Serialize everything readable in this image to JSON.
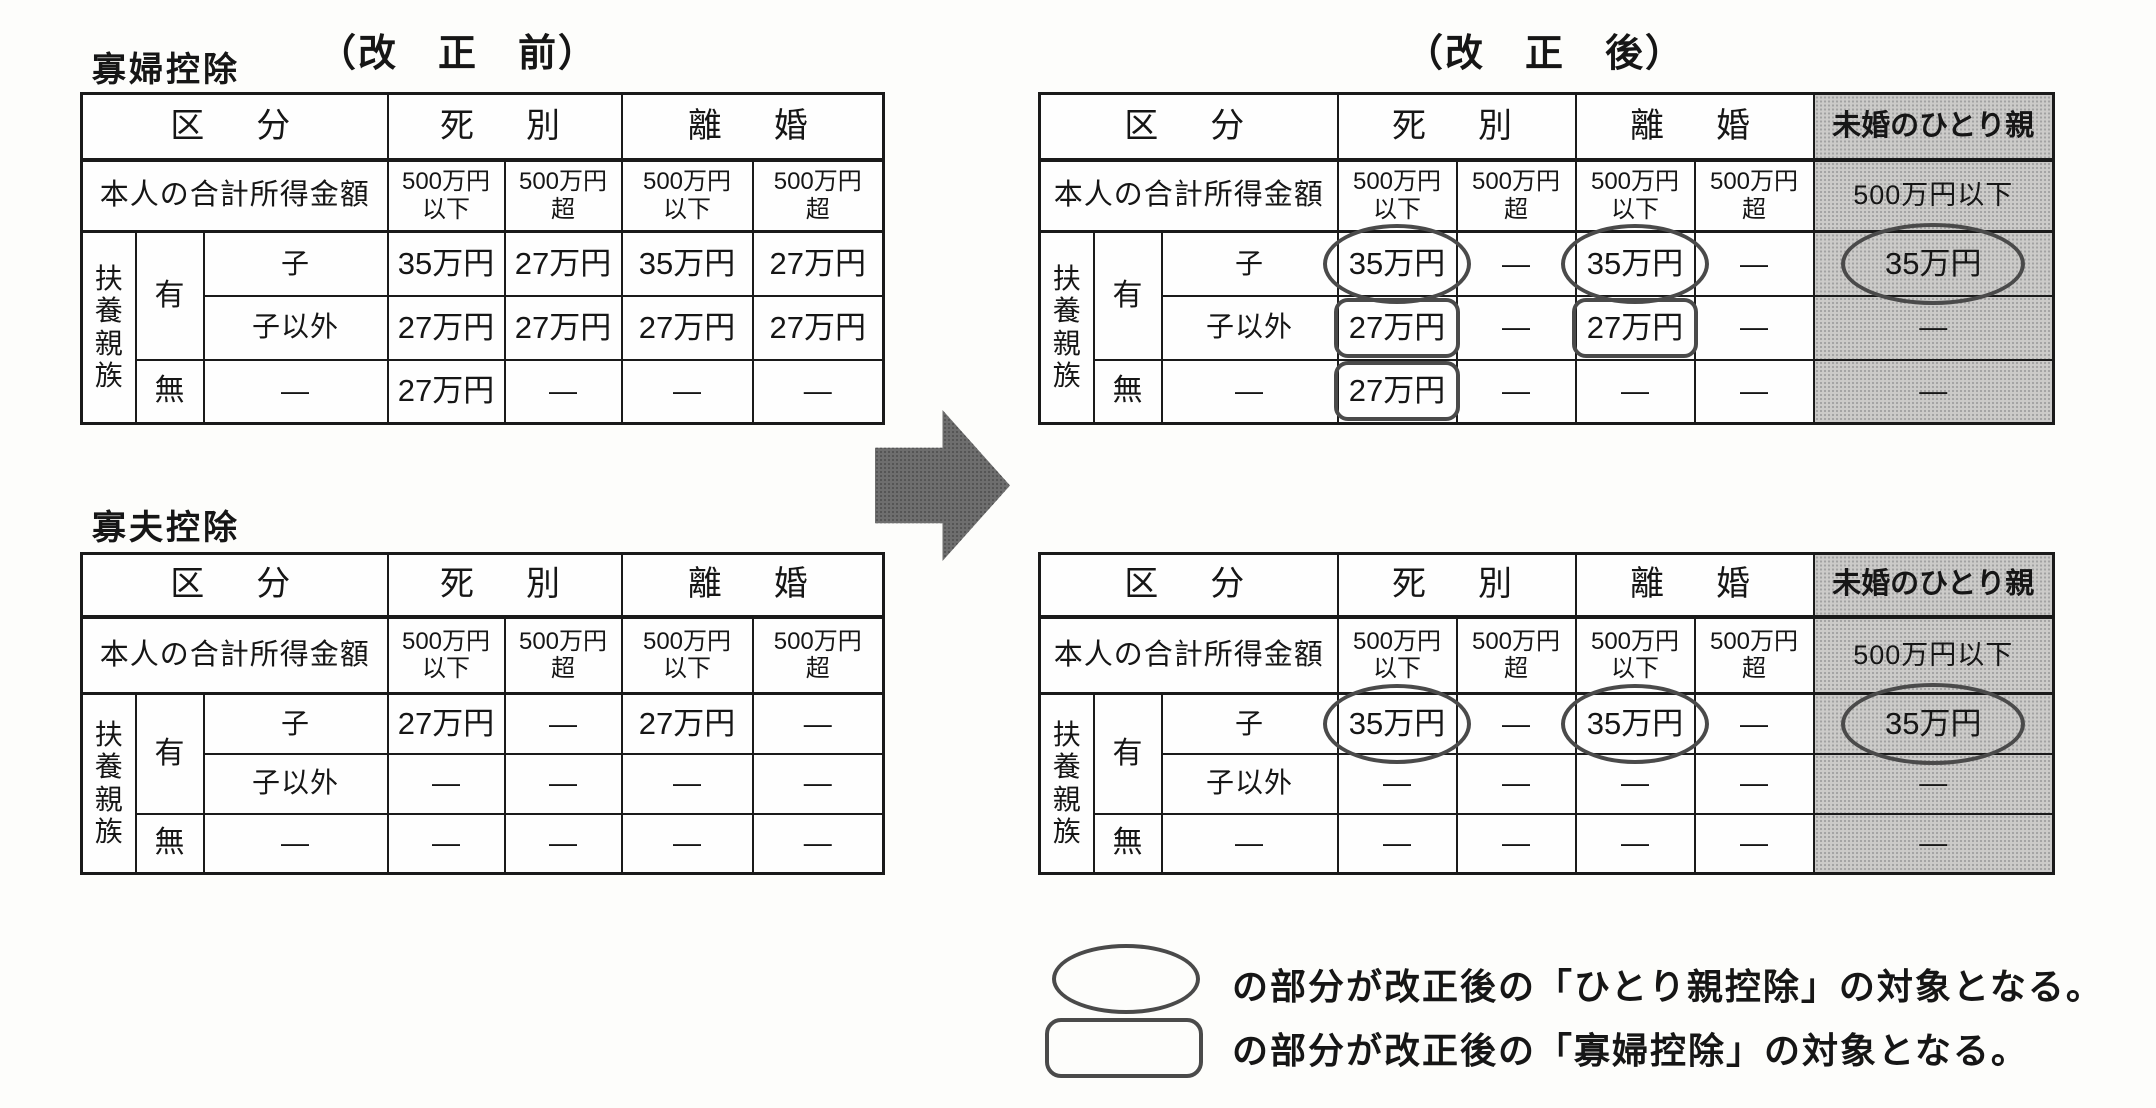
{
  "titles": {
    "widow_section": "寡婦控除",
    "widower_section": "寡夫控除",
    "before": "（改　正　前）",
    "after": "（改　正　後）"
  },
  "labels": {
    "category": "区　分",
    "bereavement": "死　別",
    "divorce": "離　婚",
    "unmarried_single_parent": "未婚のひとり親",
    "own_total_income": "本人の合計所得金額",
    "threshold_under_line1": "500万円",
    "threshold_under_line2": "以下",
    "threshold_over_line1": "500万円",
    "threshold_over_line2": "超",
    "threshold_under_single": "500万円以下",
    "dependents_vertical": "扶養親族",
    "has": "有",
    "none": "無",
    "child": "子",
    "other_than_child": "子以外",
    "dash": "—"
  },
  "tables": [
    {
      "id": "widow-before",
      "slot": "tbl-widow-before",
      "side": "left",
      "band": "top",
      "rows": [
        {
          "label": "子",
          "cells": [
            {
              "v": "35万円"
            },
            {
              "v": "27万円"
            },
            {
              "v": "35万円"
            },
            {
              "v": "27万円"
            }
          ]
        },
        {
          "label": "子以外",
          "cells": [
            {
              "v": "27万円"
            },
            {
              "v": "27万円"
            },
            {
              "v": "27万円"
            },
            {
              "v": "27万円"
            }
          ]
        },
        {
          "label": "—",
          "cells": [
            {
              "v": "27万円"
            },
            {
              "v": "—"
            },
            {
              "v": "—"
            },
            {
              "v": "—"
            }
          ]
        }
      ]
    },
    {
      "id": "widow-after",
      "slot": "tbl-widow-after",
      "side": "right",
      "band": "top",
      "rows": [
        {
          "label": "子",
          "cells": [
            {
              "v": "35万円",
              "mark": "circle"
            },
            {
              "v": "—"
            },
            {
              "v": "35万円",
              "mark": "circle"
            },
            {
              "v": "—"
            },
            {
              "v": "35万円",
              "mark": "circle"
            }
          ]
        },
        {
          "label": "子以外",
          "cells": [
            {
              "v": "27万円",
              "mark": "box"
            },
            {
              "v": "—"
            },
            {
              "v": "27万円",
              "mark": "box"
            },
            {
              "v": "—"
            },
            {
              "v": "—"
            }
          ]
        },
        {
          "label": "—",
          "cells": [
            {
              "v": "27万円",
              "mark": "box"
            },
            {
              "v": "—"
            },
            {
              "v": "—"
            },
            {
              "v": "—"
            },
            {
              "v": "—"
            }
          ]
        }
      ]
    },
    {
      "id": "widower-before",
      "slot": "tbl-widower-before",
      "side": "left",
      "band": "bottom",
      "rows": [
        {
          "label": "子",
          "cells": [
            {
              "v": "27万円"
            },
            {
              "v": "—"
            },
            {
              "v": "27万円"
            },
            {
              "v": "—"
            }
          ]
        },
        {
          "label": "子以外",
          "cells": [
            {
              "v": "—"
            },
            {
              "v": "—"
            },
            {
              "v": "—"
            },
            {
              "v": "—"
            }
          ]
        },
        {
          "label": "—",
          "cells": [
            {
              "v": "—"
            },
            {
              "v": "—"
            },
            {
              "v": "—"
            },
            {
              "v": "—"
            }
          ]
        }
      ]
    },
    {
      "id": "widower-after",
      "slot": "tbl-widower-after",
      "side": "right",
      "band": "bottom",
      "rows": [
        {
          "label": "子",
          "cells": [
            {
              "v": "35万円",
              "mark": "circle"
            },
            {
              "v": "—"
            },
            {
              "v": "35万円",
              "mark": "circle"
            },
            {
              "v": "—"
            },
            {
              "v": "35万円",
              "mark": "circle"
            }
          ]
        },
        {
          "label": "子以外",
          "cells": [
            {
              "v": "—"
            },
            {
              "v": "—"
            },
            {
              "v": "—"
            },
            {
              "v": "—"
            },
            {
              "v": "—"
            }
          ]
        },
        {
          "label": "—",
          "cells": [
            {
              "v": "—"
            },
            {
              "v": "—"
            },
            {
              "v": "—"
            },
            {
              "v": "—"
            },
            {
              "v": "—"
            }
          ]
        }
      ]
    }
  ],
  "legend": [
    {
      "shape": "ellipse",
      "text": "の部分が改正後の「ひとり親控除」の対象となる。"
    },
    {
      "shape": "box",
      "text": "の部分が改正後の「寡婦控除」の対象となる。"
    }
  ]
}
